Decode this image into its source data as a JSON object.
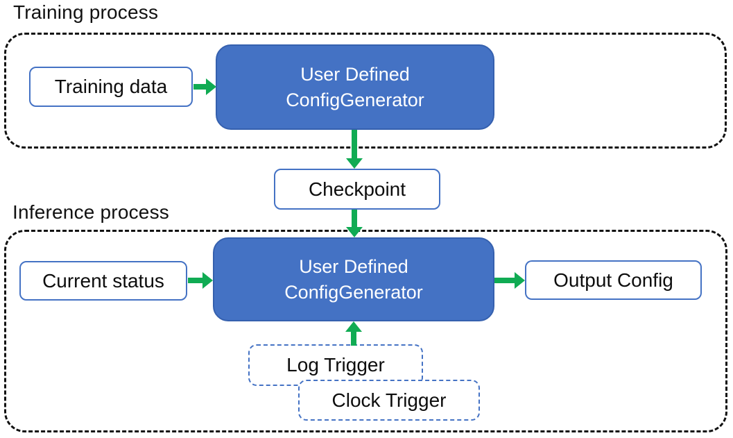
{
  "colors": {
    "node_fill_blue": "#4472C4",
    "node_border_blue": "#3560AE",
    "white_box_border": "#4472C4",
    "arrow_green": "#10AB53",
    "dashed_region_border": "#111111",
    "text_dark": "#0D0D0D",
    "text_light": "#FFFFFF"
  },
  "training": {
    "label": "Training process",
    "training_data": "Training data",
    "generator": {
      "line1": "User Defined",
      "line2": "ConfigGenerator"
    }
  },
  "checkpoint": {
    "label": "Checkpoint"
  },
  "inference": {
    "label": "Inference process",
    "current_status": "Current status",
    "generator": {
      "line1": "User Defined",
      "line2": "ConfigGenerator"
    },
    "output_config": "Output Config",
    "log_trigger": "Log Trigger",
    "clock_trigger": "Clock Trigger"
  }
}
